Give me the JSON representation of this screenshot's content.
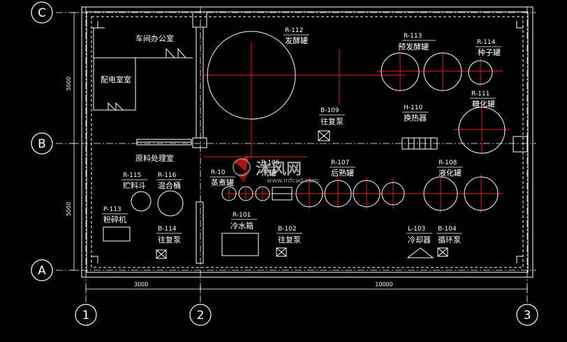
{
  "grid": {
    "rows": [
      {
        "label": "C"
      },
      {
        "label": "B"
      },
      {
        "label": "A"
      }
    ],
    "cols": [
      {
        "label": "1"
      },
      {
        "label": "2"
      },
      {
        "label": "3"
      }
    ]
  },
  "dimensions": {
    "left_upper": "5000",
    "left_lower": "5000",
    "bottom_left": "3000",
    "bottom_right": "10000"
  },
  "rooms": [
    {
      "id": "workshop_office",
      "name": "车间办公室"
    },
    {
      "id": "power_room",
      "name": "配电室室"
    },
    {
      "id": "raw_material_room",
      "name": "原料处理室"
    }
  ],
  "equipment": [
    {
      "id": "r112",
      "code": "R-112",
      "name": "发酵罐"
    },
    {
      "id": "r113",
      "code": "R-113",
      "name": "预发酵罐"
    },
    {
      "id": "r114",
      "code": "R-114",
      "name": "种子罐"
    },
    {
      "id": "r111",
      "code": "R-111",
      "name": "糖化罐"
    },
    {
      "id": "b109",
      "code": "B-109",
      "name": "往复泵"
    },
    {
      "id": "h110",
      "code": "H-110",
      "name": "换热器"
    },
    {
      "id": "r115",
      "code": "R-115",
      "name": "贮料斗"
    },
    {
      "id": "r116",
      "code": "R-116",
      "name": "混合桶"
    },
    {
      "id": "r105",
      "code": "R-10",
      "name": "蒸煮罐"
    },
    {
      "id": "r106",
      "code": "R-106",
      "name": "汽罐"
    },
    {
      "id": "r107",
      "code": "R-107",
      "name": "后熟罐"
    },
    {
      "id": "r108",
      "code": "R-108",
      "name": "液化罐"
    },
    {
      "id": "p113",
      "code": "P-113",
      "name": "粉碎机"
    },
    {
      "id": "b114",
      "code": "B-114",
      "name": "往复泵"
    },
    {
      "id": "r101",
      "code": "R-101",
      "name": "冷水箱"
    },
    {
      "id": "b102",
      "code": "B-102",
      "name": "往复泵"
    },
    {
      "id": "l103",
      "code": "L-103",
      "name": "冷却器"
    },
    {
      "id": "b104",
      "code": "B-104",
      "name": "循环泵"
    }
  ],
  "watermark": {
    "text": "沐风网",
    "sub": "www.mfcad.com"
  },
  "colors": {
    "background": "#000000",
    "lines": "#ffffff",
    "centerline": "#ff2020"
  }
}
